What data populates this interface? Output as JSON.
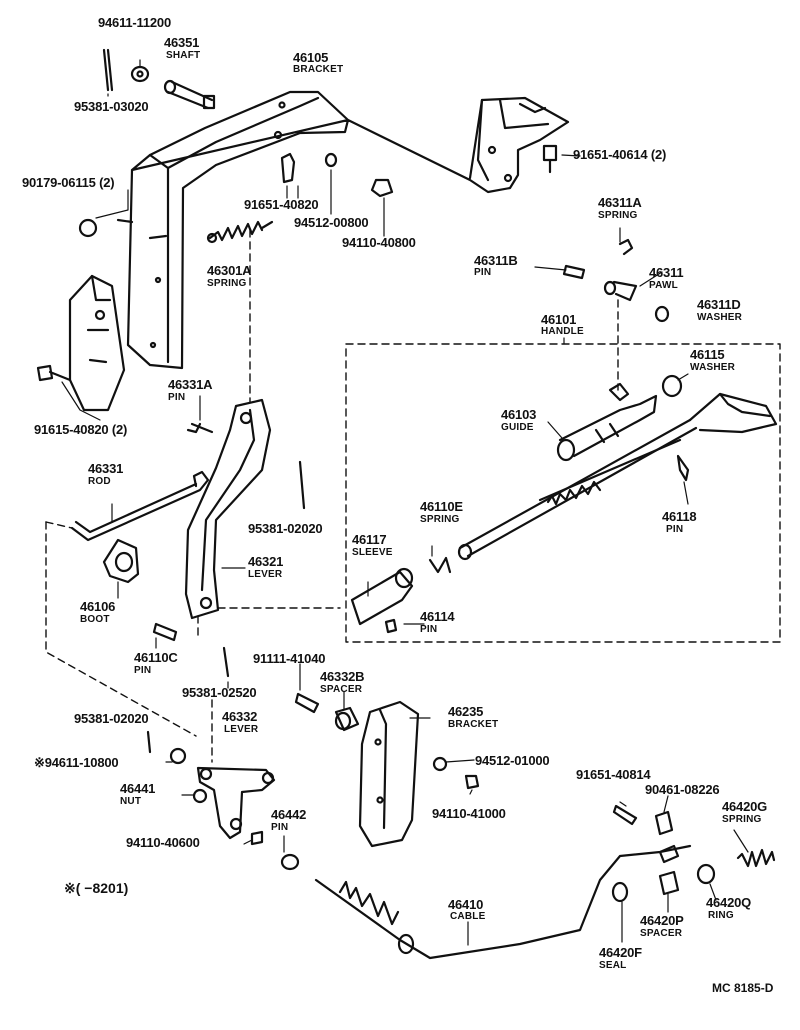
{
  "parts": {
    "p94611_11200": "94611-11200",
    "p46351": "46351",
    "p46351_name": "SHAFT",
    "p95381_03020": "95381-03020",
    "p46105": "46105",
    "p46105_name": "BRACKET",
    "p91651_40614": "91651-40614 (2)",
    "p90179_06115": "90179-06115 (2)",
    "p91651_40820": "91651-40820",
    "p94512_00800": "94512-00800",
    "p94110_40800": "94110-40800",
    "p46311A": "46311A",
    "p46311A_name": "SPRING",
    "p46311B": "46311B",
    "p46311B_name": "PIN",
    "p46311": "46311",
    "p46311_name": "PAWL",
    "p46301A": "46301A",
    "p46301A_name": "SPRING",
    "p46311D": "46311D",
    "p46311D_name": "WASHER",
    "p46101": "46101",
    "p46101_name": "HANDLE",
    "p46115": "46115",
    "p46115_name": "WASHER",
    "p46331A": "46331A",
    "p46331A_name": "PIN",
    "p91615_40820": "91615-40820 (2)",
    "p46103": "46103",
    "p46103_name": "GUIDE",
    "p46331": "46331",
    "p46331_name": "ROD",
    "p95381_02020a": "95381-02020",
    "p46118": "46118",
    "p46118_name": "PIN",
    "p46110E": "46110E",
    "p46110E_name": "SPRING",
    "p46117": "46117",
    "p46117_name": "SLEEVE",
    "p46321": "46321",
    "p46321_name": "LEVER",
    "p46106": "46106",
    "p46106_name": "BOOT",
    "p46114": "46114",
    "p46114_name": "PIN",
    "p46110C": "46110C",
    "p46110C_name": "PIN",
    "p95381_02520": "95381-02520",
    "p91111_41040": "91111-41040",
    "p46332B": "46332B",
    "p46332B_name": "SPACER",
    "p95381_02020b": "95381-02020",
    "p46332": "46332",
    "p46332_name": "LEVER",
    "p46235": "46235",
    "p46235_name": "BRACKET",
    "p94611_10800": "※94611-10800",
    "p94512_01000": "94512-01000",
    "p46441": "46441",
    "p46441_name": "NUT",
    "p94110_41000": "94110-41000",
    "p91651_40814": "91651-40814",
    "p90461_08226": "90461-08226",
    "p46420G": "46420G",
    "p46420G_name": "SPRING",
    "p94110_40600": "94110-40600",
    "p46442": "46442",
    "p46442_name": "PIN",
    "p46410": "46410",
    "p46410_name": "CABLE",
    "p46420P": "46420P",
    "p46420P_name": "SPACER",
    "p46420Q": "46420Q",
    "p46420Q_name": "RING",
    "p46420F": "46420F",
    "p46420F_name": "SEAL"
  },
  "footnote": "※(     −8201)",
  "diagram_code": "MC 8185-D"
}
